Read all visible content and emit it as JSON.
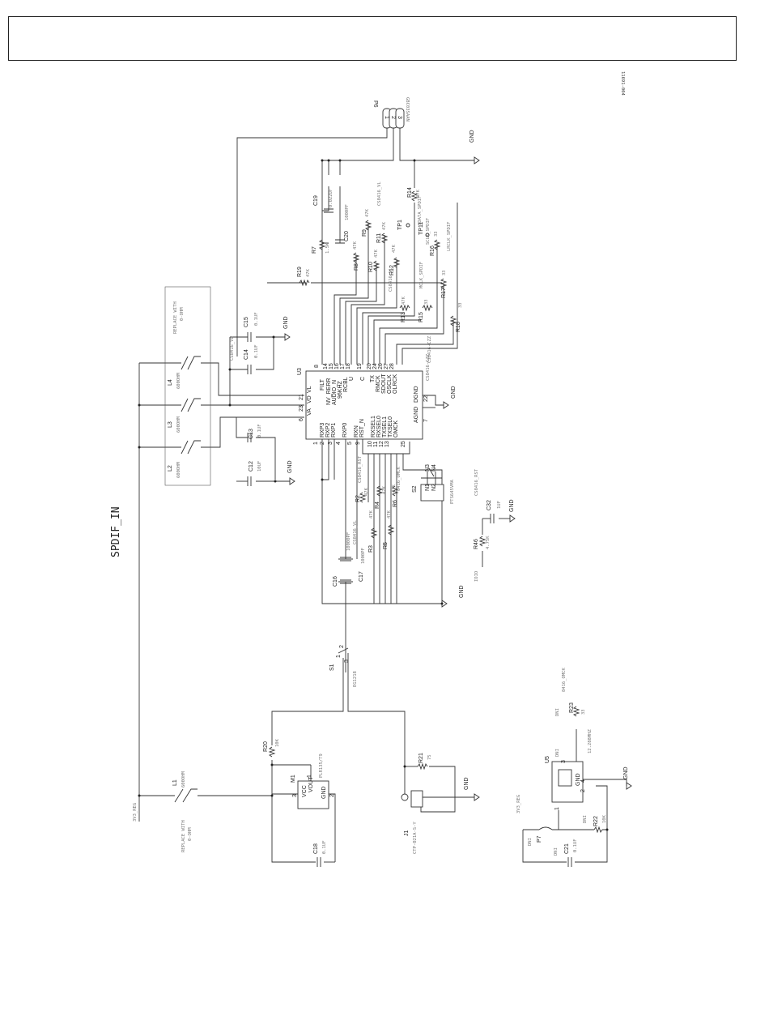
{
  "figure_id": "11691-004",
  "title": "SPDIF_IN",
  "nets": {
    "gnd": "GND",
    "vl": "CS8416_VL",
    "rst": "CS8416_RST",
    "omck": "8416_OMCK",
    "sdata": "SDATA_SPDIF",
    "sclk": "SCLK_SPDIF",
    "mclk": "MCLK_SPDIF",
    "lrclk": "LRCLK_SPDIF",
    "reg": "3V3_REG",
    "cs_bottom": "CS8416-CZZ"
  },
  "ic": {
    "ref": "U3",
    "part": "CS8416-CZZ",
    "left_pins": [
      {
        "num": "1",
        "name": "RXP3"
      },
      {
        "num": "2",
        "name": "RXP2"
      },
      {
        "num": "3",
        "name": "RXP1"
      },
      {
        "num": "4",
        "name": "RXP0"
      },
      {
        "num": "5",
        "name": "RXN"
      },
      {
        "num": "9",
        "name": "RST_N"
      },
      {
        "num": "10",
        "name": "RXSEL1"
      },
      {
        "num": "11",
        "name": "RXSEL0"
      },
      {
        "num": "12",
        "name": "TXSEL1"
      },
      {
        "num": "13",
        "name": "TXSEL0"
      },
      {
        "num": "25",
        "name": "OMCK"
      }
    ],
    "top_pins": [
      {
        "num": "6",
        "name": "VA"
      },
      {
        "num": "23",
        "name": "VD"
      },
      {
        "num": "21",
        "name": "VL"
      }
    ],
    "right_pins": [
      {
        "num": "8",
        "name": "FILT"
      },
      {
        "num": "14",
        "name": "NV_RERR"
      },
      {
        "num": "15",
        "name": "AUDIO_N"
      },
      {
        "num": "16",
        "name": "96KHZ"
      },
      {
        "num": "17",
        "name": "RCBL"
      },
      {
        "num": "18",
        "name": "U"
      },
      {
        "num": "19",
        "name": "C"
      },
      {
        "num": "20",
        "name": "TX"
      },
      {
        "num": "24",
        "name": "RMCK"
      },
      {
        "num": "26",
        "name": "SDOUT"
      },
      {
        "num": "27",
        "name": "OSCLK"
      },
      {
        "num": "28",
        "name": "OLRCK"
      }
    ],
    "bottom_pins": [
      {
        "num": "22",
        "name": "DGND"
      },
      {
        "num": "7",
        "name": "AGND"
      }
    ]
  },
  "connector_p6": {
    "ref": "P6",
    "part": "GBC03SAAN",
    "pins": [
      "1",
      "2",
      "3"
    ]
  },
  "inductors": [
    {
      "ref": "L4",
      "value": "600OHM"
    },
    {
      "ref": "L3",
      "value": "600OHM"
    },
    {
      "ref": "L2",
      "value": "600OHM"
    },
    {
      "ref": "L1",
      "value": "600OHM"
    }
  ],
  "replace_note": "REPLACE WITH",
  "replace_note2": "0-OHM",
  "caps": [
    {
      "ref": "C15",
      "value": "0.1UF"
    },
    {
      "ref": "C14",
      "value": "0.1UF"
    },
    {
      "ref": "C13",
      "value": "0.1UF"
    },
    {
      "ref": "C12",
      "value": "10UF"
    },
    {
      "ref": "C19",
      "value": "0.022UF"
    },
    {
      "ref": "C20",
      "value": "1000PF"
    },
    {
      "ref": "C16",
      "value": "10000PF"
    },
    {
      "ref": "C17",
      "value": "1000PF"
    },
    {
      "ref": "C32",
      "value": "1UF"
    },
    {
      "ref": "C18",
      "value": "0.1UF"
    },
    {
      "ref": "C21",
      "value": "0.1UF"
    }
  ],
  "resistors": [
    {
      "ref": "R7",
      "value": "1.5K"
    },
    {
      "ref": "R8",
      "value": "47K"
    },
    {
      "ref": "R9",
      "value": "47K"
    },
    {
      "ref": "R10",
      "value": "47K"
    },
    {
      "ref": "R11",
      "value": "47K"
    },
    {
      "ref": "R12",
      "value": "47K"
    },
    {
      "ref": "R13",
      "value": "47K"
    },
    {
      "ref": "R14",
      "value": "47K"
    },
    {
      "ref": "R15",
      "value": "33"
    },
    {
      "ref": "R16",
      "value": "33"
    },
    {
      "ref": "R17",
      "value": "33"
    },
    {
      "ref": "R18",
      "value": "33"
    },
    {
      "ref": "R19",
      "value": "47K"
    },
    {
      "ref": "R2",
      "value": "47K"
    },
    {
      "ref": "R3",
      "value": "47K"
    },
    {
      "ref": "R4",
      "value": "47K"
    },
    {
      "ref": "R5",
      "value": "47K"
    },
    {
      "ref": "R6",
      "value": "47K"
    },
    {
      "ref": "R46",
      "value": "4.75K"
    },
    {
      "ref": "R20",
      "value": "10K"
    },
    {
      "ref": "R21",
      "value": "75"
    },
    {
      "ref": "R22",
      "value": "10K"
    },
    {
      "ref": "R23",
      "value": "33"
    }
  ],
  "tp11": "TP11",
  "tp1": "TP1",
  "s2": {
    "ref": "S2",
    "part": "PTS645VMA",
    "pins": [
      "N1",
      "N2",
      "N3",
      "N4"
    ]
  },
  "s1": {
    "ref": "S1",
    "part": "EG1218",
    "pins": [
      "1",
      "2",
      "3"
    ]
  },
  "m1": {
    "ref": "M1",
    "part": "PLR135/T9",
    "vcc": "VCC",
    "vout": "VOUT",
    "gnd": "GND",
    "pins": [
      "1",
      "2",
      "3"
    ]
  },
  "j1": {
    "ref": "J1",
    "part": "CTP-021A-S-Y"
  },
  "u5": {
    "ref": "U5",
    "part": "12.288MHZ",
    "gnd": "GND",
    "pins": [
      "1",
      "2",
      "3",
      "4"
    ]
  },
  "p7": "P7",
  "dni": "DNI",
  "ioio": "IOIO"
}
